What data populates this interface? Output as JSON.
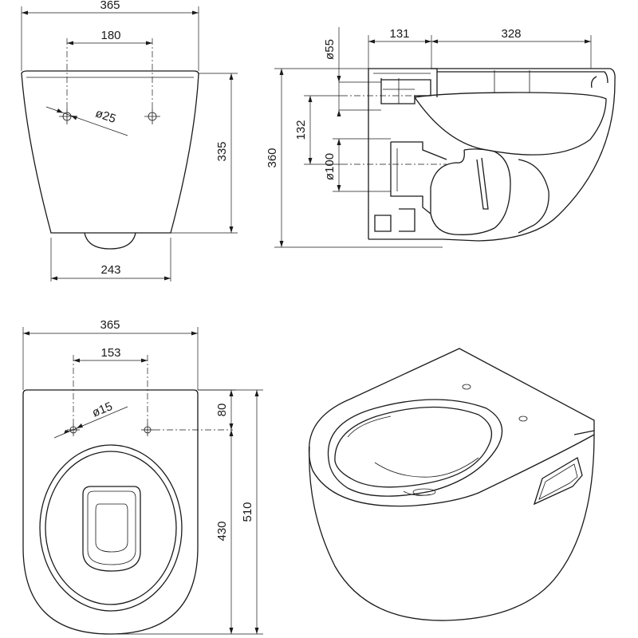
{
  "top_left_view": {
    "width_label": "365",
    "hole_spacing_label": "180",
    "hole_diameter_label": "ø25",
    "height_label": "335",
    "base_width_label": "243"
  },
  "top_right_view": {
    "inlet_diameter_label": "ø55",
    "rear_depth_label": "131",
    "front_depth_label": "328",
    "total_height_label": "360",
    "axis_spacing_label": "132",
    "outlet_diameter_label": "ø100"
  },
  "bottom_left_view": {
    "width_label": "365",
    "hole_spacing_label": "153",
    "hole_diameter_label": "ø15",
    "hole_offset_label": "80",
    "hole_to_front_label": "430",
    "total_length_label": "510"
  }
}
